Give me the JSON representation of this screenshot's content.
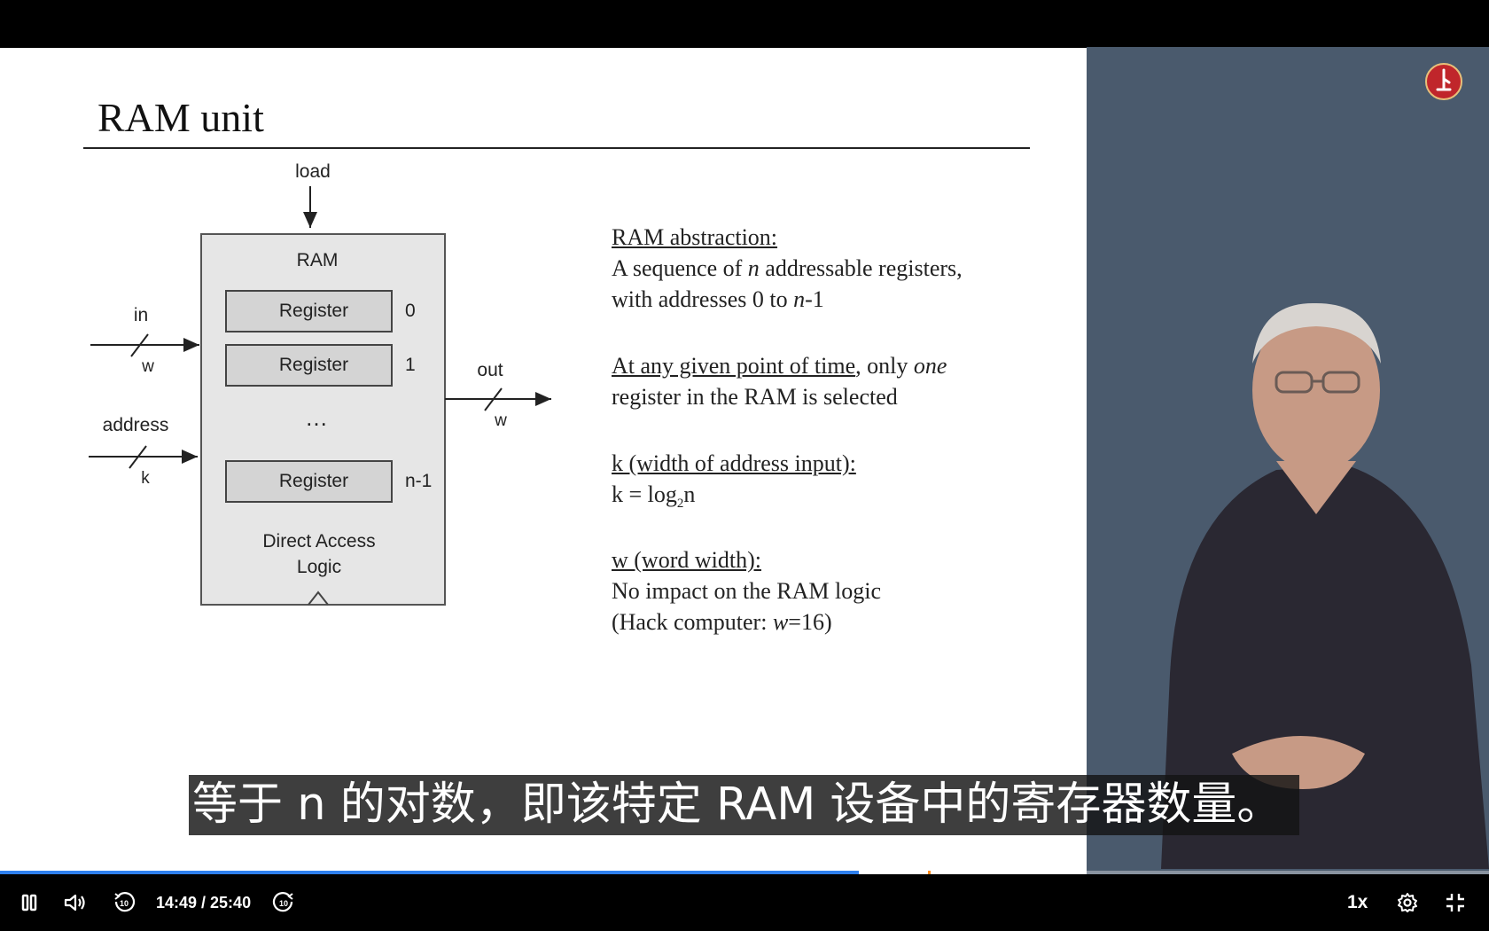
{
  "slide": {
    "title": "RAM unit",
    "diagram": {
      "load_label": "load",
      "ram_label": "RAM",
      "register_labels": [
        "Register",
        "Register",
        "Register"
      ],
      "register_indices": [
        "0",
        "1",
        "n-1"
      ],
      "ellipsis": "…",
      "logic_line1": "Direct Access",
      "logic_line2": "Logic",
      "in_label": "in",
      "in_width": "w",
      "address_label": "address",
      "address_width": "k",
      "out_label": "out",
      "out_width": "w"
    },
    "abstraction": {
      "heading": "RAM abstraction:",
      "line1_a": "A sequence of ",
      "line1_n": "n",
      "line1_b": " addressable registers,",
      "line2_a": "with addresses 0 to ",
      "line2_n": "n",
      "line2_b": "-1"
    },
    "selection": {
      "heading": "At any given point of time",
      "line1_b": ", only ",
      "line1_one": "one",
      "line2": "register in the RAM is selected"
    },
    "k_section": {
      "heading": "k (width of address input):",
      "formula_a": "k = log",
      "formula_sub": "2",
      "formula_b": "n"
    },
    "w_section": {
      "heading": "w (word width):",
      "line1": "No impact on the RAM logic",
      "line2_a": "(Hack computer: ",
      "line2_w": "w",
      "line2_b": "=16)"
    }
  },
  "subtitle": "等于 n 的对数，即该特定 RAM 设备中的寄存器数量。",
  "player": {
    "current_time": "14:49",
    "duration": "25:40",
    "time_display": "14:49 / 25:40",
    "progress": 0.577,
    "speed": "1x",
    "accent_color": "#2f80ed",
    "controls": [
      "pause-icon",
      "volume-icon",
      "rewind-10-icon",
      "forward-10-icon",
      "gear-icon",
      "fullscreen-exit-icon"
    ],
    "rewind_seconds": "10",
    "forward_seconds": "10"
  }
}
